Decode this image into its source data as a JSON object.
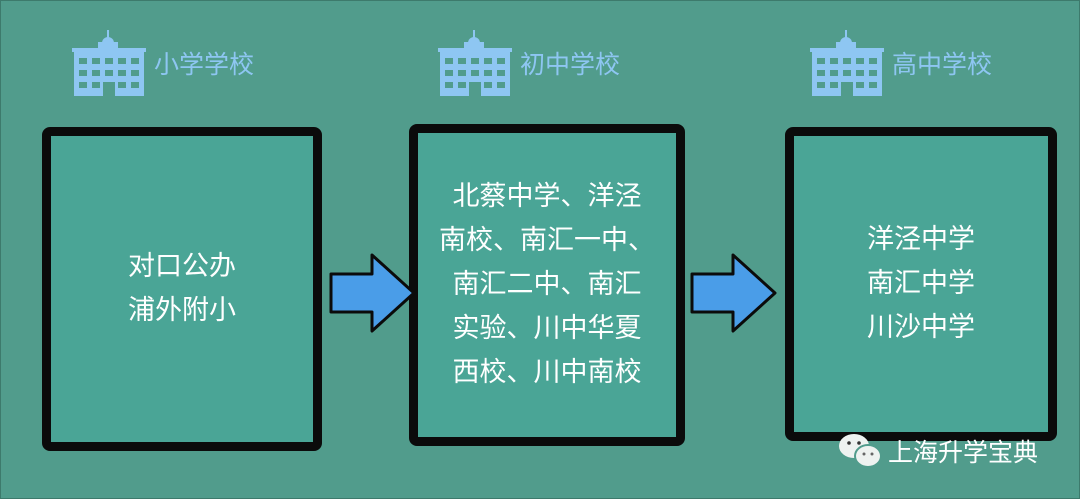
{
  "columns": [
    {
      "heading": "小学学校",
      "content": "对口公办\n浦外附小"
    },
    {
      "heading": "初中学校",
      "content": "北蔡中学、洋泾\n南校、南汇一中、\n南汇二中、南汇\n实验、川中华夏\n西校、川中南校"
    },
    {
      "heading": "高中学校",
      "content": "洋泾中学\n南汇中学\n川沙中学"
    }
  ],
  "brand": "上海升学宝典",
  "colors": {
    "background": "#519c8c",
    "box": "#4aa596",
    "icon": "#8ec6f2",
    "arrow": "#4a9de8"
  }
}
